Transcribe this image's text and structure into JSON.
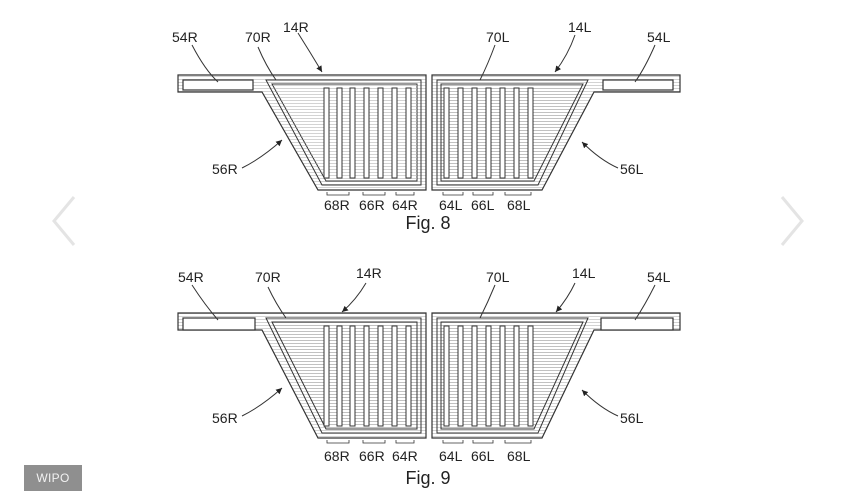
{
  "viewer": {
    "badge": "WIPO",
    "prev_icon": "chevron-left-icon",
    "next_icon": "chevron-right-icon"
  },
  "figures": [
    {
      "caption": "Fig. 8",
      "labels": {
        "l54R": "54R",
        "l70R": "70R",
        "l14R": "14R",
        "l70L": "70L",
        "l14L": "14L",
        "l54L": "54L",
        "l56R": "56R",
        "l56L": "56L",
        "l68R": "68R",
        "l66R": "66R",
        "l64R": "64R",
        "l64L": "64L",
        "l66L": "66L",
        "l68L": "68L"
      }
    },
    {
      "caption": "Fig. 9",
      "labels": {
        "l54R": "54R",
        "l70R": "70R",
        "l14R": "14R",
        "l70L": "70L",
        "l14L": "14L",
        "l54L": "54L",
        "l56R": "56R",
        "l56L": "56L",
        "l68R": "68R",
        "l66R": "66R",
        "l64R": "64R",
        "l64L": "64L",
        "l66L": "66L",
        "l68L": "68L"
      }
    }
  ]
}
